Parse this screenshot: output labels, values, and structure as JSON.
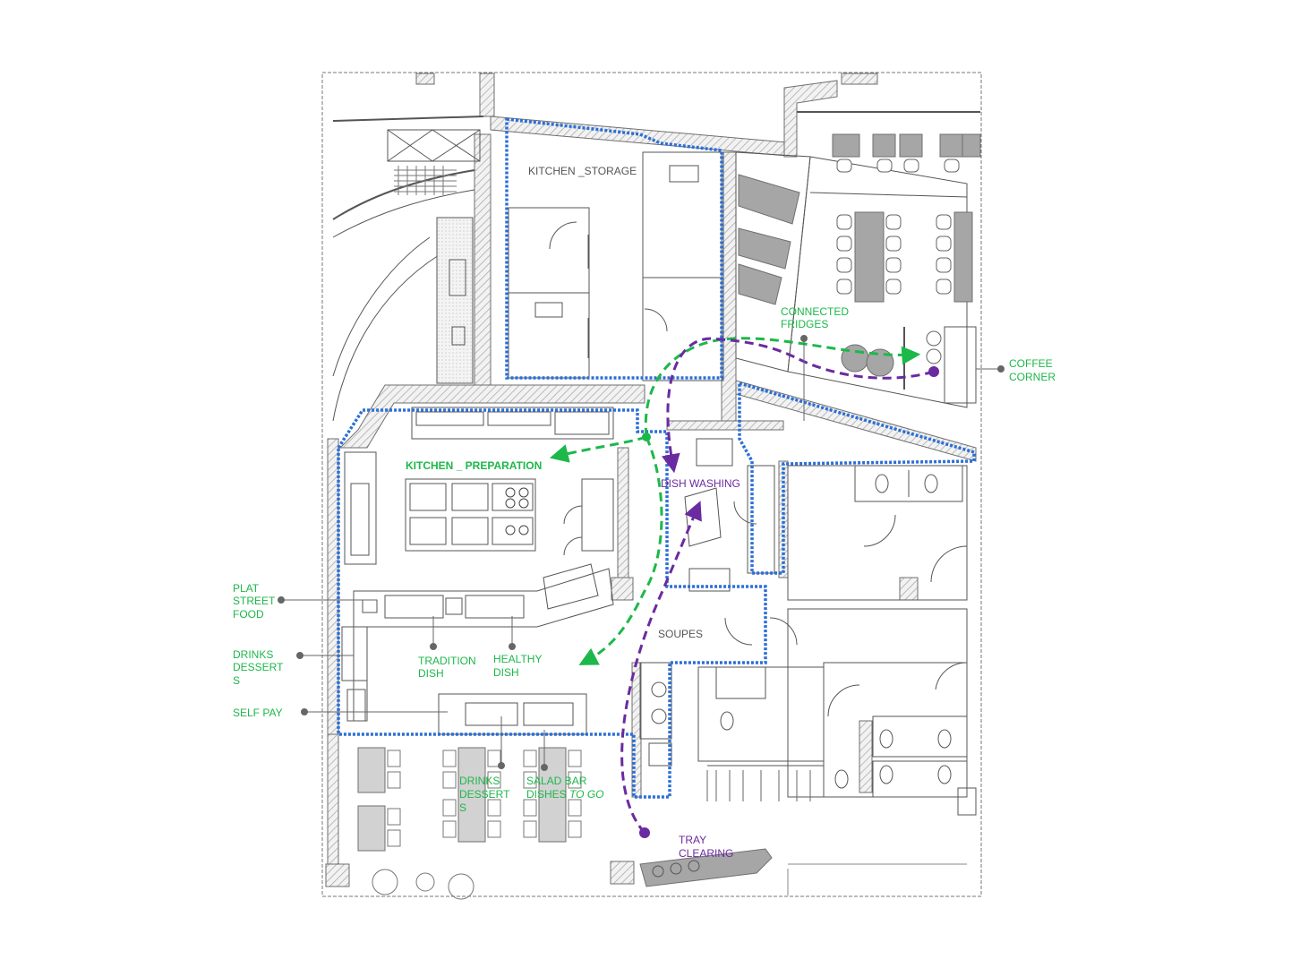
{
  "colors": {
    "kitchen_zone": "#2b6fd6",
    "customer_flow": "#1db84a",
    "tray_flow": "#6a2aa0",
    "wall": "#6f6f6f",
    "hatch": "#c8c8c8",
    "furniture": "#9a9a9a",
    "label_dark": "#555555"
  },
  "rooms": {
    "kitchen_storage": "KITCHEN _STORAGE",
    "kitchen_preparation": "KITCHEN _ PREPARATION",
    "dish_washing": "DISH WASHING",
    "soupes": "SOUPES"
  },
  "callouts": {
    "connected_fridges": [
      "CONNECTED",
      "FRIDGES"
    ],
    "coffee_corner": [
      "COFFEE",
      "CORNER"
    ],
    "plat_street_food": [
      "PLAT",
      "STREET",
      "FOOD"
    ],
    "drinks_dessert_left": [
      "DRINKS",
      "DESSERT",
      "S"
    ],
    "self_pay": [
      "SELF PAY"
    ],
    "tradition_dish": [
      "TRADITION",
      "DISH"
    ],
    "healthy_dish": [
      "HEALTHY",
      "DISH"
    ],
    "drinks_dessert_bottom": [
      "DRINKS",
      "DESSERT",
      "S"
    ],
    "salad_bar": [
      "SALAD BAR",
      "DISHES"
    ],
    "salad_bar_to_go": "TO GO",
    "tray_clearing": [
      "TRAY",
      "CLEARING"
    ]
  },
  "icons": {
    "flow_arrow": "arrowhead-icon",
    "flow_start": "dot-icon",
    "callout_pointer": "dot-icon"
  }
}
